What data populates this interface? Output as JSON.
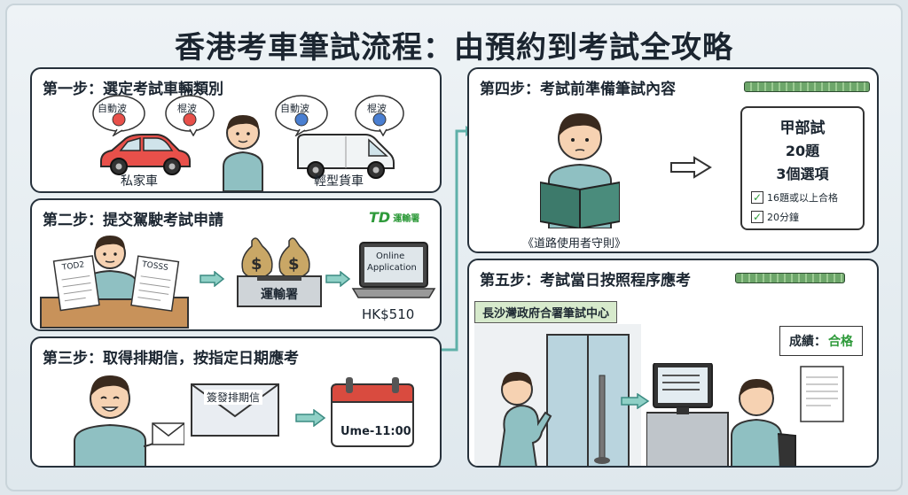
{
  "title": "香港考車筆試流程：由預約到考試全攻略",
  "step1": {
    "title": "第一步：選定考試車輛類別",
    "bubble_auto": "自動波",
    "bubble_manual": "棍波",
    "car_label": "私家車",
    "van_label": "輕型貨車"
  },
  "step2": {
    "title": "第二步：提交駕駛考試申請",
    "form1": "TOD2",
    "form2": "TOSSS",
    "logo_text": "運輸署",
    "box_label": "運輸署",
    "laptop_line1": "Online",
    "laptop_line2": "Application",
    "fee": "HK$510"
  },
  "step3": {
    "title": "第三步：取得排期信，按指定日期應考",
    "letter_label": "簽發排期信",
    "calendar_text": "Ume-11:00"
  },
  "step4": {
    "title": "第四步：考試前準備筆試內容",
    "book_label": "《道路使用者守則》",
    "card_title": "甲部試",
    "card_questions": "20題",
    "card_options": "3個選項",
    "check1": "16題或以上合格",
    "check2": "20分鐘"
  },
  "step5": {
    "title": "第五步：考試當日按照程序應考",
    "centre_sign": "長沙灣政府合署筆試中心",
    "result_label": "成績：",
    "result_value": "合格"
  },
  "colors": {
    "car": "#e8504a",
    "shirt": "#8fc0c2",
    "accent_green": "#2e9a3a",
    "arrow": "#5fb0a9",
    "calendar_red": "#d94b3f"
  }
}
